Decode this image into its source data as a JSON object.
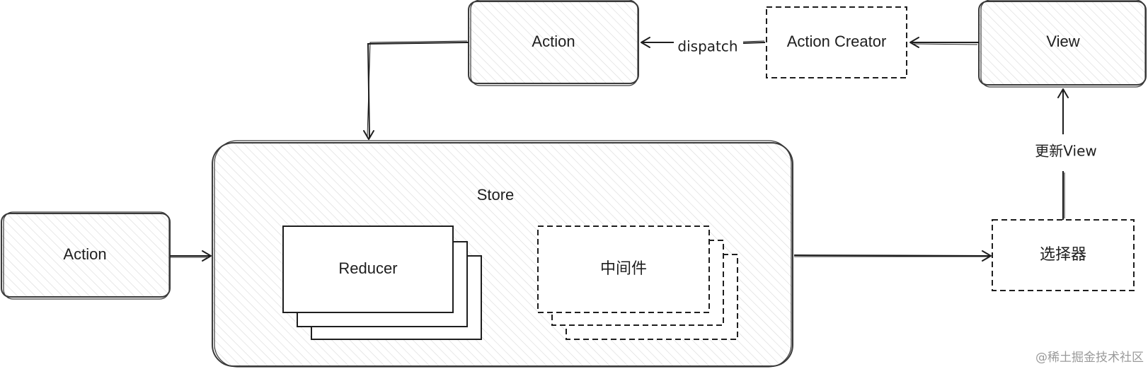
{
  "nodes": {
    "action_top": "Action",
    "action_creator": "Action Creator",
    "view": "View",
    "store": "Store",
    "action_left": "Action",
    "reducer": "Reducer",
    "middleware": "中间件",
    "selector": "选择器"
  },
  "edges": {
    "dispatch": "dispatch",
    "update_view": "更新View"
  },
  "watermark": "@稀土掘金技术社区"
}
